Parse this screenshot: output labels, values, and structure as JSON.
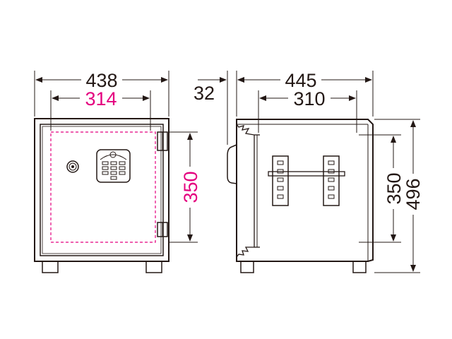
{
  "front_view": {
    "outer_width": "438",
    "inner_width": "314",
    "inner_height": "350"
  },
  "side_view": {
    "handle_depth": "32",
    "outer_depth": "445",
    "inner_depth": "310",
    "inner_height": "350",
    "outer_height": "496"
  },
  "colors": {
    "line": "#231815",
    "accent": "#e4007f"
  }
}
